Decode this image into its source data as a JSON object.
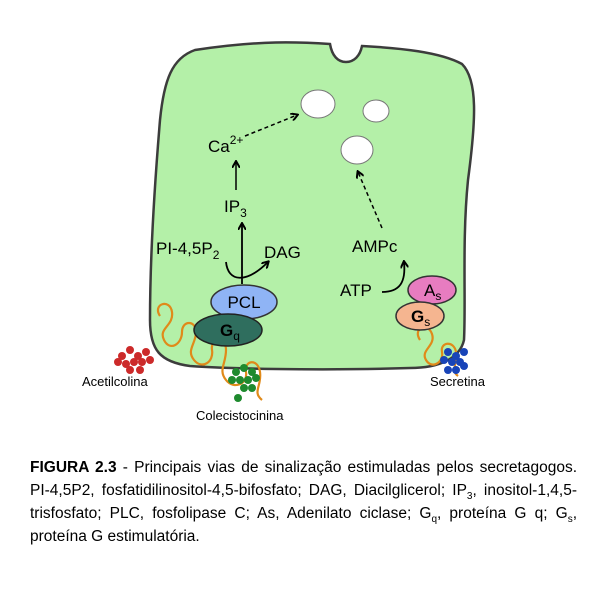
{
  "diagram": {
    "ca": {
      "base": "Ca",
      "sup": "2+"
    },
    "ip3": {
      "base": "IP",
      "sub": "3"
    },
    "pip2": {
      "base": "PI-4,5P",
      "sub": "2"
    },
    "dag": "DAG",
    "pcl": "PCL",
    "gq": {
      "base": "G",
      "sub": "q"
    },
    "ampc": "AMPc",
    "atp": "ATP",
    "as": {
      "base": "A",
      "sub": "s"
    },
    "gs": {
      "base": "G",
      "sub": "s"
    },
    "acetilcolina": "Acetilcolina",
    "colecistocinina": "Colecistocinina",
    "secretina": "Secretina"
  },
  "colors": {
    "cell_fill": "#b4f0a8",
    "cell_stroke": "#3c3c3c",
    "pcl_fill": "#8fb4f5",
    "gq_fill": "#2f6e5e",
    "as_fill": "#e77cc0",
    "gs_fill": "#f5b590",
    "receptor": "#e08a1a",
    "acetilcolina_dots": "#cc2a2a",
    "colecistocinina_dots": "#1e8a2e",
    "secretina_dots": "#1844b8"
  },
  "caption": {
    "figure_label": "FIGURA 2.3",
    "t1": " - Principais vias de sinalização estimuladas pelos secretagogos. PI-4,5P2, fosfatidilinositol-4,5-bifosfato; DAG, Diacilglicerol; IP",
    "t1_sub": "3",
    "t2": ", inositol-1,4,5-trisfosfato; PLC, fosfolipase C; As, Adenilato ciclase; G",
    "t2_sub": "q",
    "t3": ", proteína G q; G",
    "t3_sub": "s",
    "t4": ", proteína G estimulatória."
  }
}
